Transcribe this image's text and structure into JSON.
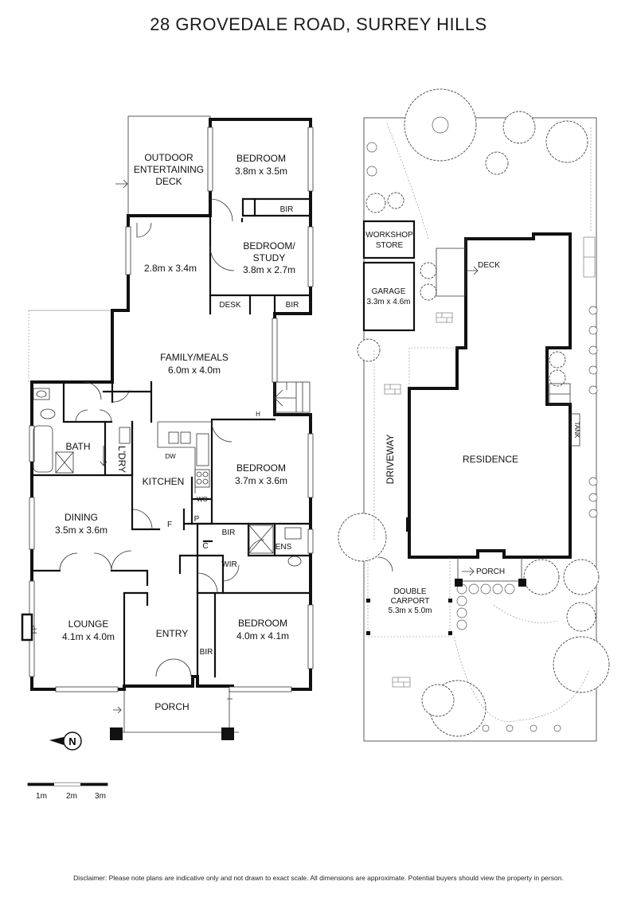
{
  "title": "28 GROVEDALE ROAD, SURREY HILLS",
  "floor_plan": {
    "rooms": {
      "outdoor_deck": [
        "OUTDOOR",
        "ENTERTAINING",
        "DECK"
      ],
      "bedroom_1": {
        "name": "BEDROOM",
        "size": "3.8m x 3.5m"
      },
      "bir_1": "BIR",
      "bedroom_study": {
        "name_1": "BEDROOM/",
        "name_2": "STUDY",
        "size": "3.8m x 2.7m"
      },
      "unnamed_room": {
        "size": "2.8m x 3.4m"
      },
      "desk": "DESK",
      "bir_2": "BIR",
      "family_meals": {
        "name": "FAMILY/MEALS",
        "size": "6.0m x 4.0m"
      },
      "h_mark": "H",
      "bath": "BATH",
      "ldry": "L'DRY",
      "kitchen": "KITCHEN",
      "dw": "DW",
      "wo": "WO",
      "f": "F",
      "p": "P",
      "bedroom_2": {
        "name": "BEDROOM",
        "size": "3.7m x 3.6m"
      },
      "dining": {
        "name": "DINING",
        "size": "3.5m x 3.6m"
      },
      "bir_3": "BIR",
      "c": "C",
      "wir": "WIR",
      "ens": "ENS",
      "lounge": {
        "name": "LOUNGE",
        "size": "4.1m x 4.0m"
      },
      "fp": "FP",
      "entry": "ENTRY",
      "bir_4": "BIR",
      "bedroom_3": {
        "name": "BEDROOM",
        "size": "4.0m x 4.1m"
      },
      "porch": "PORCH"
    },
    "compass_letter": "N",
    "scale_labels": [
      "1m",
      "2m",
      "3m"
    ]
  },
  "site_plan": {
    "workshop": {
      "line_1": "WORKSHOP",
      "line_2": "STORE"
    },
    "garage": {
      "name": "GARAGE",
      "size": "3.3m x 4.6m"
    },
    "deck": "DECK",
    "driveway": "DRIVEWAY",
    "residence": "RESIDENCE",
    "tank": "TANK",
    "porch": "PORCH",
    "carport": {
      "line_1": "DOUBLE",
      "line_2": "CARPORT",
      "size": "5.3m x 5.0m"
    }
  },
  "disclaimer": "Disclaimer: Please note plans are indicative only and not drawn to exact scale. All dimensions are approximate. Potential buyers should view the property in person.",
  "colors": {
    "line": "#111111",
    "background": "#ffffff"
  }
}
